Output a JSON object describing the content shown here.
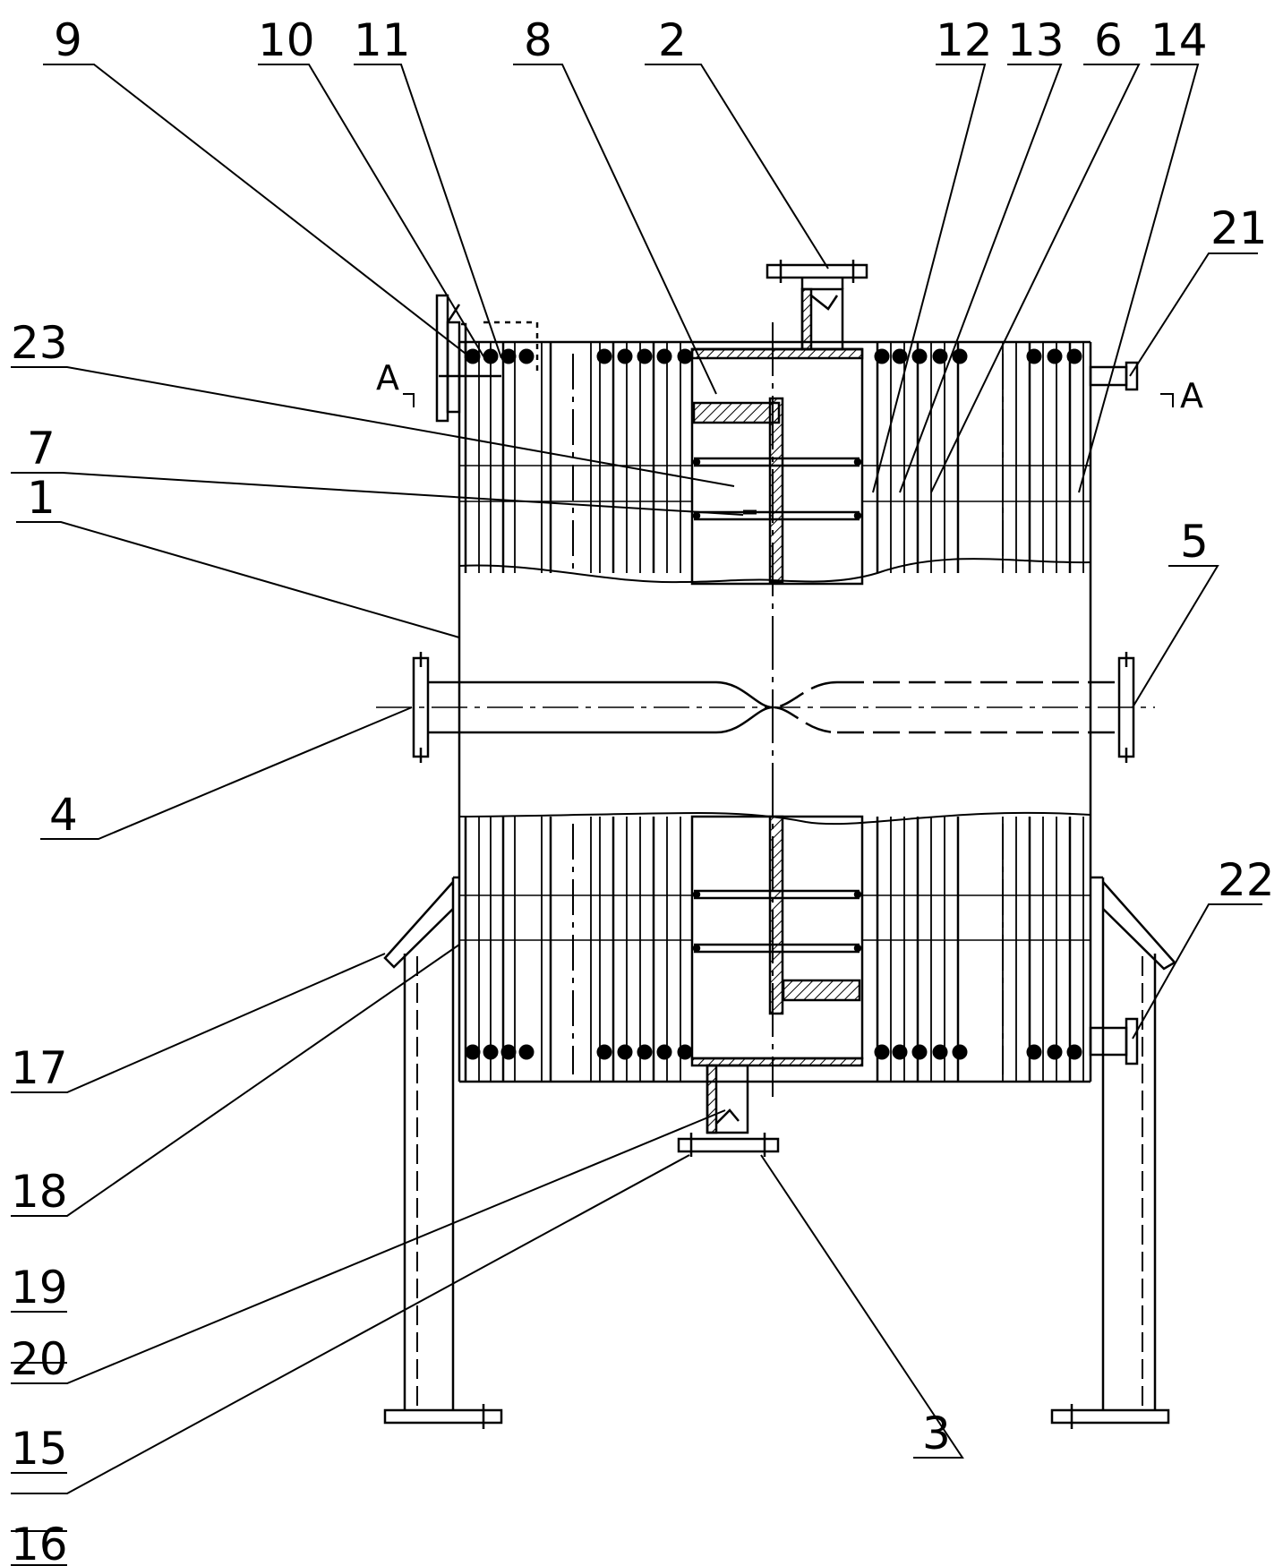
{
  "drawing": {
    "labels": [
      {
        "id": "9",
        "text": "9"
      },
      {
        "id": "10",
        "text": "10"
      },
      {
        "id": "11",
        "text": "11"
      },
      {
        "id": "8",
        "text": "8"
      },
      {
        "id": "2",
        "text": "2"
      },
      {
        "id": "12",
        "text": "12"
      },
      {
        "id": "13",
        "text": "13"
      },
      {
        "id": "6",
        "text": "6"
      },
      {
        "id": "14",
        "text": "14"
      },
      {
        "id": "21",
        "text": "21"
      },
      {
        "id": "23",
        "text": "23"
      },
      {
        "id": "7",
        "text": "7"
      },
      {
        "id": "1",
        "text": "1"
      },
      {
        "id": "5",
        "text": "5"
      },
      {
        "id": "4",
        "text": "4"
      },
      {
        "id": "22",
        "text": "22"
      },
      {
        "id": "17",
        "text": "17"
      },
      {
        "id": "18",
        "text": "18"
      },
      {
        "id": "19",
        "text": "19"
      },
      {
        "id": "20",
        "text": "20"
      },
      {
        "id": "15",
        "text": "15"
      },
      {
        "id": "3",
        "text": "3"
      },
      {
        "id": "16",
        "text": "16"
      }
    ],
    "section_marks": {
      "left": "A",
      "right": "A"
    },
    "line_color": "#000000",
    "background": "#ffffff"
  }
}
